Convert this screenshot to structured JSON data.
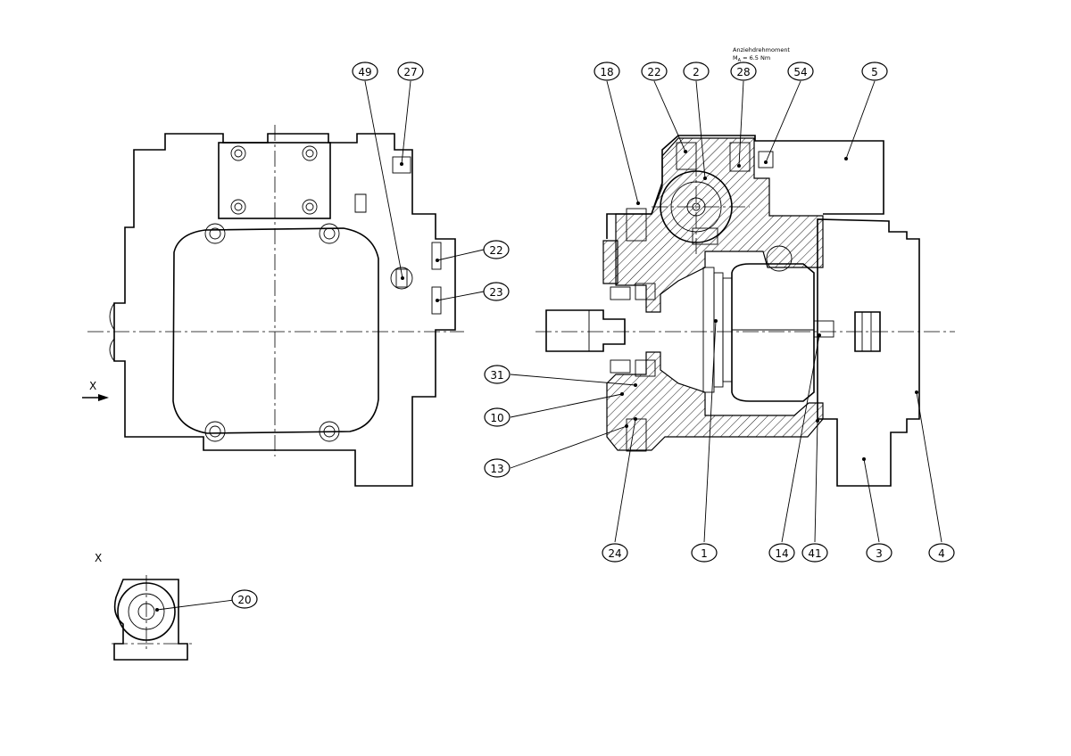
{
  "drawing": {
    "view_label": "X",
    "detail_label": "X",
    "torque_note": {
      "line1": "Anziehdrehmoment",
      "line2": "M",
      "line2_sub": "A",
      "line2_rest": " = 6.5 Nm"
    }
  },
  "callouts": [
    {
      "id": "c49",
      "label": "49"
    },
    {
      "id": "c27",
      "label": "27"
    },
    {
      "id": "c22a",
      "label": "22"
    },
    {
      "id": "c23",
      "label": "23"
    },
    {
      "id": "c18",
      "label": "18"
    },
    {
      "id": "c22b",
      "label": "22"
    },
    {
      "id": "c2",
      "label": "2"
    },
    {
      "id": "c28",
      "label": "28"
    },
    {
      "id": "c54",
      "label": "54"
    },
    {
      "id": "c5",
      "label": "5"
    },
    {
      "id": "c31",
      "label": "31"
    },
    {
      "id": "c10",
      "label": "10"
    },
    {
      "id": "c13",
      "label": "13"
    },
    {
      "id": "c24",
      "label": "24"
    },
    {
      "id": "c1",
      "label": "1"
    },
    {
      "id": "c14",
      "label": "14"
    },
    {
      "id": "c41",
      "label": "41"
    },
    {
      "id": "c3",
      "label": "3"
    },
    {
      "id": "c4",
      "label": "4"
    },
    {
      "id": "c20",
      "label": "20"
    }
  ]
}
